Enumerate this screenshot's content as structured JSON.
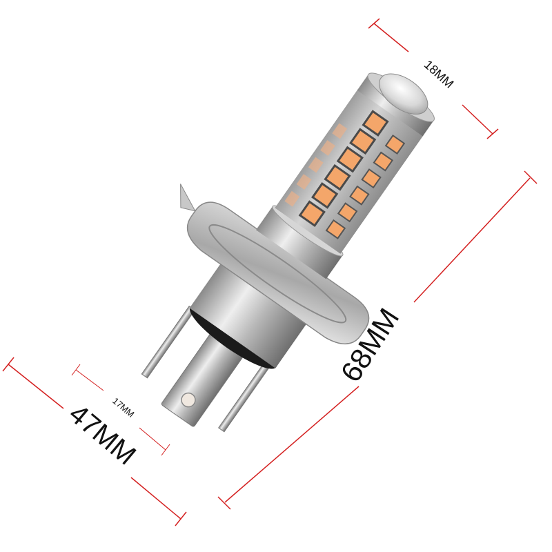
{
  "product": {
    "type": "H4 LED headlight bulb",
    "led_color": "#f4a66a",
    "body_color": "#c8c8c8"
  },
  "dimensions": {
    "top_diameter": "18MM",
    "total_length": "68MM",
    "base_width": "47MM",
    "plug_width": "17MM",
    "line_color": "#d42020"
  }
}
